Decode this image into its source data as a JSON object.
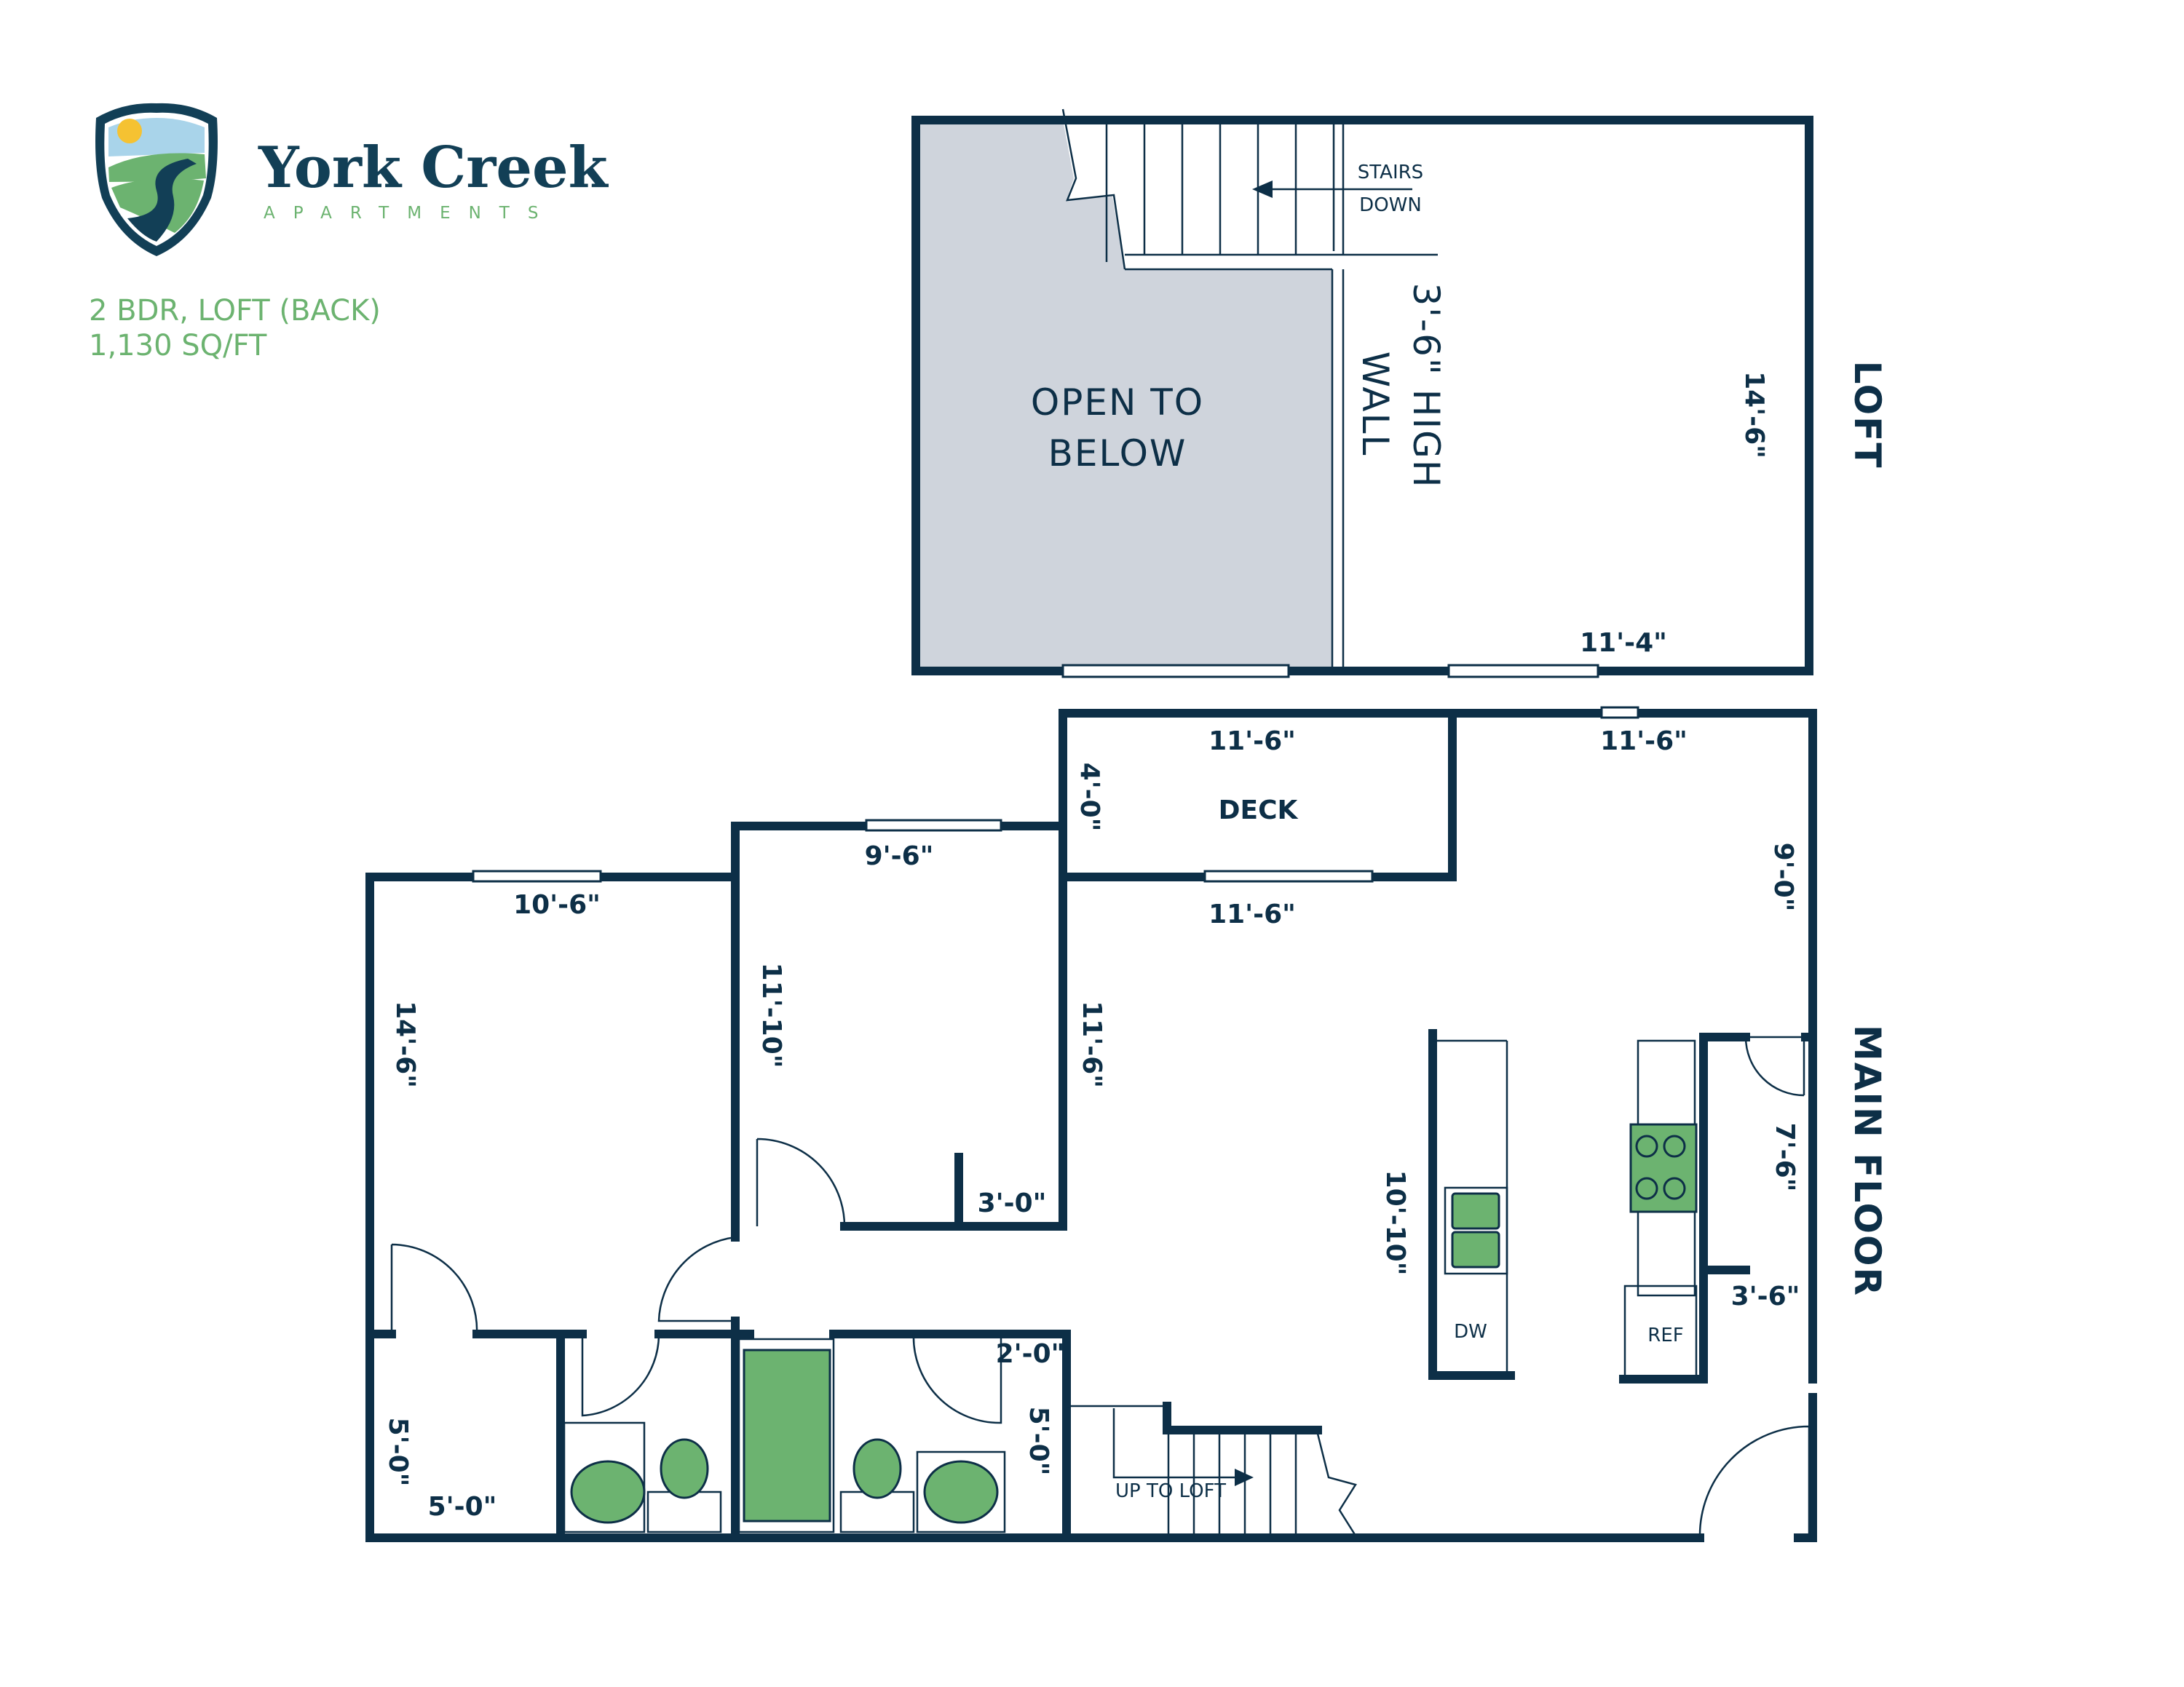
{
  "brand": {
    "name": "York Creek",
    "tagline": "APARTMENTS",
    "logo_colors": {
      "navy": "#123f56",
      "green": "#6cb370",
      "sky": "#a9d4ea",
      "sun": "#f5c232"
    }
  },
  "unit": {
    "type": "2 BDR, LOFT (BACK)",
    "area": "1,130 SQ/FT"
  },
  "colors": {
    "wall": "#0d2f47",
    "open_area": "#cfd4dc",
    "fixture_green": "#6cb370"
  },
  "loft": {
    "label": "LOFT",
    "open_label_1": "OPEN TO",
    "open_label_2": "BELOW",
    "wall_label_1": "3'-6\" HIGH",
    "wall_label_2": "WALL",
    "stairs_1": "STAIRS",
    "stairs_2": "DOWN",
    "dim_width": "11'-4\"",
    "dim_depth": "14'-6\""
  },
  "main": {
    "label": "MAIN FLOOR",
    "deck": "DECK",
    "deck_top": "11'-6\"",
    "deck_side": "4'-0\"",
    "deck_bottom": "11'-6\"",
    "living_top": "11'-6\"",
    "living_side": "9'-0\"",
    "bed1_top": "10'-6\"",
    "bed1_side": "14'-6\"",
    "bed2_top": "9'-6\"",
    "bed2_side": "11'-10\"",
    "closet_w": "3'-0\"",
    "hall_side": "11'-6\"",
    "island": "10'-10\"",
    "pantry": "7'-6\"",
    "kitchen_w": "3'-6\"",
    "closet_h": "5'-0\"",
    "closet_w2": "5'-0\"",
    "bath_w": "2'-0\"",
    "bath_h": "5'-0\"",
    "dw": "DW",
    "ref": "REF",
    "stairs_up": "UP TO LOFT"
  }
}
